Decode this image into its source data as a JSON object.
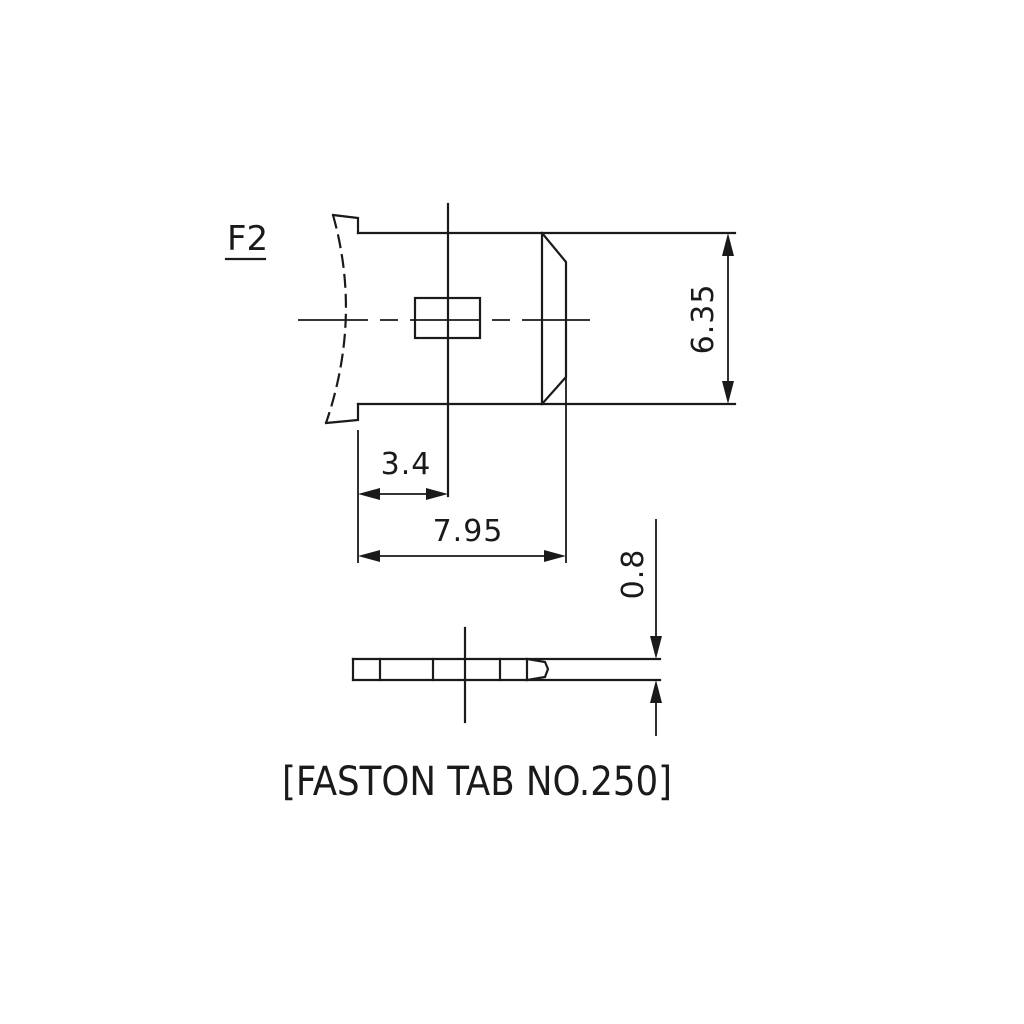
{
  "label": "F2",
  "dimensions": {
    "height": "6.35",
    "hole_offset": "3.4",
    "length": "7.95",
    "thickness": "0.8"
  },
  "caption": "[FASTON TAB NO.250]"
}
